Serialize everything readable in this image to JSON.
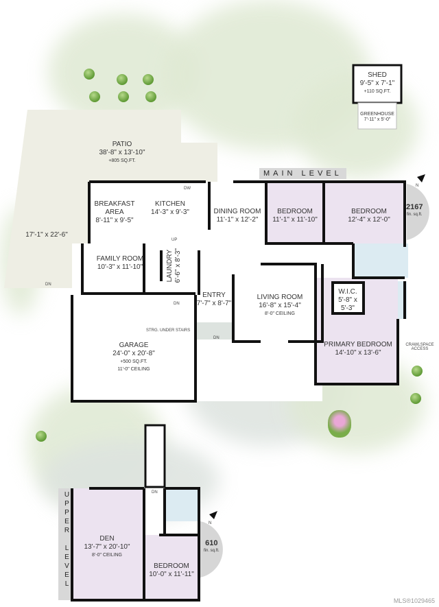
{
  "main_level_label": "MAIN LEVEL",
  "upper_level_label": "UPPER LEVEL",
  "main_level_sqft": {
    "value": "2167",
    "unit": "fin. sq.ft."
  },
  "upper_level_sqft": {
    "value": "610",
    "unit": "fin. sq.ft."
  },
  "north_label": "N",
  "rooms": {
    "patio": {
      "name": "PATIO",
      "dims": "38'-8\" x 13'-10\"",
      "extra": "+805 SQ.FT.",
      "side_dims": "17'-1\" x 22'-6\""
    },
    "shed": {
      "name": "SHED",
      "dims": "9'-5\" x 7'-1\"",
      "extra": "+110 SQ.FT."
    },
    "greenhouse": {
      "name": "GREENHOUSE",
      "dims": "7'-11\" x 5'-0\""
    },
    "breakfast": {
      "name": "BREAKFAST AREA",
      "dims": "8'-11\" x 9'-5\""
    },
    "kitchen": {
      "name": "KITCHEN",
      "dims": "14'-3\" x 9'-3\""
    },
    "dining": {
      "name": "DINING ROOM",
      "dims": "11'-1\" x 12'-2\""
    },
    "bedroom1": {
      "name": "BEDROOM",
      "dims": "11'-1\" x 11'-10\""
    },
    "bedroom2": {
      "name": "BEDROOM",
      "dims": "12'-4\" x 12'-0\""
    },
    "family": {
      "name": "FAMILY ROOM",
      "dims": "10'-3\" x 11'-10\""
    },
    "laundry": {
      "name": "LAUNDRY",
      "dims": "6'-6\" x 8'-3\""
    },
    "entry": {
      "name": "ENTRY",
      "dims": "7'-7\" x 8'-7\""
    },
    "living": {
      "name": "LIVING ROOM",
      "dims": "16'-8\" x 15'-4\"",
      "extra": "8'-0\" CEILING"
    },
    "wic": {
      "name": "W.I.C.",
      "dims": "5'-8\" x 5'-3\""
    },
    "primary": {
      "name": "PRIMARY BEDROOM",
      "dims": "14'-10\" x 13'-6\""
    },
    "garage": {
      "name": "GARAGE",
      "dims": "24'-0\" x 20'-8\"",
      "extra": "+500 SQ.FT.",
      "extra2": "11'-0\" CEILING"
    },
    "den": {
      "name": "DEN",
      "dims": "13'-7\" x 20'-10\"",
      "extra": "8'-0\" CEILING"
    },
    "upper_bedroom": {
      "name": "BEDROOM",
      "dims": "10'-0\" x 11'-11\""
    }
  },
  "annotations": {
    "up": "UP",
    "dn": "DN",
    "dw": "DW",
    "storage": "STRG. UNDER STAIRS",
    "crawlspace": "CRAWLSPACE ACCESS"
  },
  "mls": "MLS®1029465",
  "colors": {
    "bedroom": "#ece3f0",
    "bath": "#dcebf2",
    "patio": "#eeeee4",
    "wall": "#111111"
  }
}
